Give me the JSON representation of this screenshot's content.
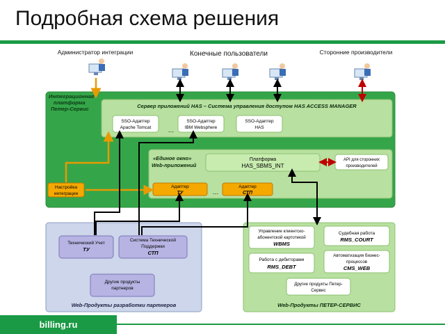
{
  "slide": {
    "title": "Подробная схема решения",
    "footer": "billing.ru"
  },
  "actors": {
    "admin": "Администратор интеграции",
    "end_users": "Конечные пользователи",
    "third_party": "Сторонние производители"
  },
  "platform": {
    "label_line1": "Интеграционная",
    "label_line2": "платформа",
    "label_line3": "Петер-Сервис",
    "has_server_title": "Сервер приложений HAS – Система управления доступом HAS ACCESS MANAGER",
    "sso": [
      {
        "line1": "SSO-Адаптер",
        "line2": "Apache Tomcat"
      },
      {
        "line1": "SSO-Адаптер",
        "line2": "IBM Websphere"
      },
      {
        "line1": "SSO-Адаптер",
        "line2": "HAS"
      }
    ],
    "ellipsis": "…",
    "web_window_line1": "«Единое окно»",
    "web_window_line2": "Web-приложений",
    "sbms_line1": "Платформа",
    "sbms_line2": "HAS_SBMS_INT",
    "api_line1": "API  для сторонних",
    "api_line2": "производителей",
    "settings_line1": "Настройка",
    "settings_line2": "интеграции",
    "adapter_tu_line1": "Адаптер",
    "adapter_tu_line2": "ТУ",
    "adapter_stp_line1": "Адаптер",
    "adapter_stp_line2": "СТП"
  },
  "partners": {
    "tu_line1": "Технический Учет",
    "tu_line2": "ТУ",
    "stp_line1": "Система Технической",
    "stp_line2": "Поддержки",
    "stp_line3": "СТП",
    "other_line1": "Другие продукты",
    "other_line2": "партнеров",
    "caption": "Web-Продукты разработки партнеров"
  },
  "peter": {
    "wbms_line1": "Управление клиентско-",
    "wbms_line2": "абонентской картотекой",
    "wbms_line3": "WBMS",
    "court_line1": "Судебная работа",
    "court_line2": "RMS_COURT",
    "debt_line1": "Работа с дебиторами",
    "debt_line2": "RMS_DEBT",
    "cms_line1": "Автоматизация бизнес-",
    "cms_line2": "процессов",
    "cms_line3": "CMS_WEB",
    "other_line1": "Другие продукты Петер-",
    "other_line2": "Сервис",
    "caption": "Web-Продукты ПЕТЕР-СЕРВИС"
  },
  "colors": {
    "accent_green": "#1a9a44",
    "platform_green": "#35a54a",
    "panel_light_green": "#b8e0a0",
    "adapter_orange": "#f5a800",
    "partner_blue": "#cdd6ea",
    "partner_box": "#b7b3e3",
    "arrow_red": "#c00000",
    "arrow_orange": "#e89a00"
  }
}
